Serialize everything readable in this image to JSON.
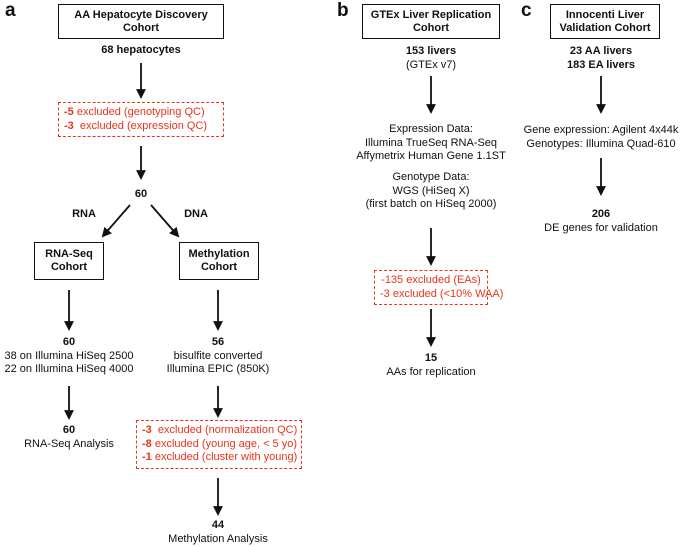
{
  "panels": {
    "a": {
      "letter": "a",
      "title": "AA Hepatocyte Discovery Cohort",
      "start": "68 hepatocytes",
      "exclusions_1": [
        {
          "n": "-5",
          "text": " excluded (genotyping QC)"
        },
        {
          "n": "-3",
          "text": "  excluded (expression QC)"
        }
      ],
      "split_count": "60",
      "rna_label": "RNA",
      "dna_label": "DNA",
      "rna": {
        "box": "RNA-Seq Cohort",
        "count": "60",
        "detail": [
          "38 on Illumina HiSeq 2500",
          "22 on Illumina HiSeq 4000"
        ],
        "final_count": "60",
        "final_label": "RNA-Seq Analysis"
      },
      "methylation": {
        "box": "Methylation Cohort",
        "count": "56",
        "detail": [
          "bisulfite converted",
          "Illumina EPIC (850K)"
        ],
        "exclusions": [
          {
            "n": "-3",
            "text": "  excluded (normalization QC)"
          },
          {
            "n": "-8",
            "text": " excluded (young age, < 5 yo)"
          },
          {
            "n": "-1",
            "text": " excluded (cluster with young)"
          }
        ],
        "final_count": "44",
        "final_label": "Methylation Analysis"
      }
    },
    "b": {
      "letter": "b",
      "title": "GTEx Liver Replication Cohort",
      "start_count": "153 livers",
      "start_sub": "(GTEx v7)",
      "expression": [
        "Expression Data:",
        "Illumina TrueSeq RNA-Seq",
        "Affymetrix Human Gene 1.1ST"
      ],
      "genotype": [
        "Genotype Data:",
        "WGS (HiSeq X)",
        "(first batch on HiSeq 2000)"
      ],
      "exclusions": [
        "-135 excluded (EAs)",
        "-3 excluded (<10% WAA)"
      ],
      "final_count": "15",
      "final_label": "AAs for replication"
    },
    "c": {
      "letter": "c",
      "title": "Innocenti Liver Validation Cohort",
      "start": [
        "23 AA livers",
        "183 EA livers"
      ],
      "data": [
        "Gene expression: Agilent 4x44k",
        "Genotypes: Illumina Quad-610"
      ],
      "final_count": "206",
      "final_label": "DE genes for validation"
    }
  },
  "colors": {
    "exclusion": "#e8341c",
    "ink": "#111111"
  },
  "icons": [
    "arrow-down-icon",
    "arrow-diagonal-icon"
  ]
}
